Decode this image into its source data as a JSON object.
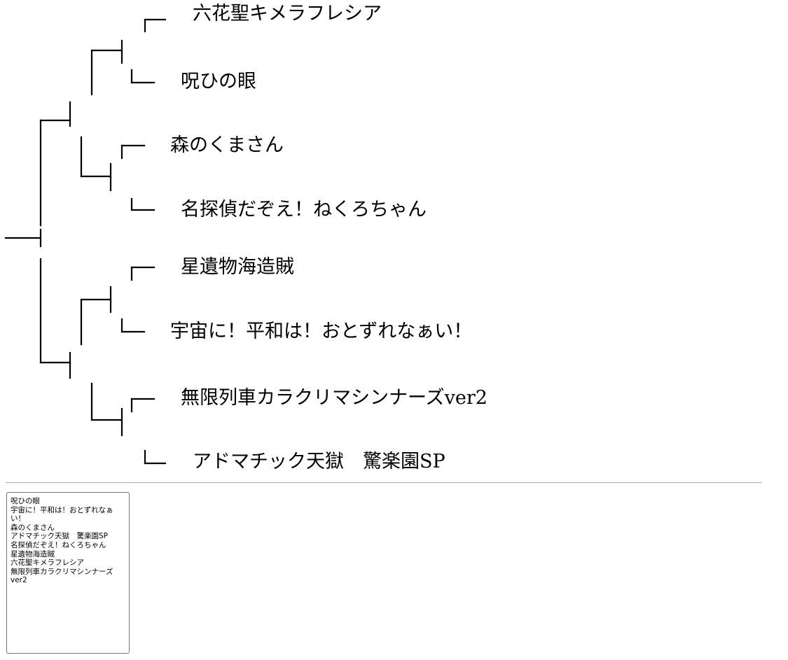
{
  "bracket": {
    "entries": [
      "六花聖キメラフレシア",
      "呪ひの眼",
      "森のくまさん",
      "名探偵だぞえ！ねくろちゃん",
      "星遺物海造賊",
      "宇宙に！平和は！おとずれなぁい！",
      "無限列車カラクリマシンナーズver2",
      "アドマチック天獄　驚楽園SP"
    ]
  },
  "textarea": {
    "value": "呪ひの眼\n宇宙に！平和は！おとずれなぁい！\n森のくまさん\nアドマチック天獄　驚楽園SP\n名探偵だぞえ！ねくろちゃん\n星遺物海造賊\n六花聖キメラフレシア\n無限列車カラクリマシンナーズver2"
  }
}
